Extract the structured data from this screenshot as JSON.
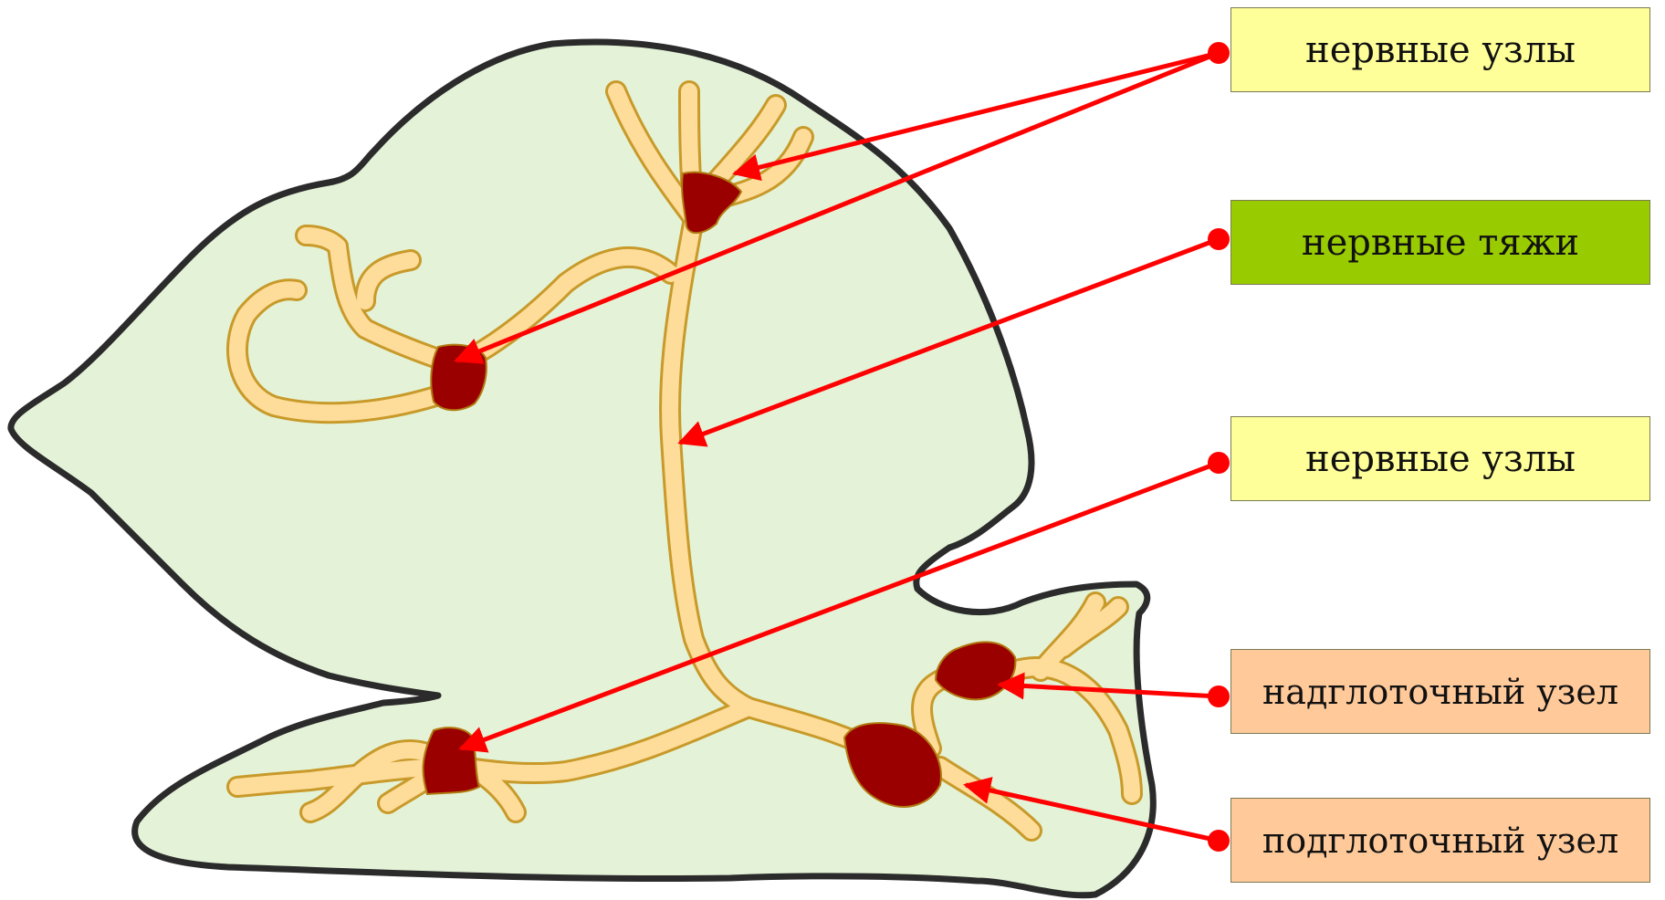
{
  "labels": {
    "nerve_nodes_top": "нервные узлы",
    "nerve_cords": "нервные тяжи",
    "nerve_nodes_bottom": "нервные узлы",
    "supraesophageal": "надглоточный узел",
    "subesophageal": "подглоточный узел"
  },
  "colors": {
    "body_fill": "#e4f3d8",
    "body_outline": "#2b2b2b",
    "nerve_fill": "#fedc9a",
    "nerve_outline": "#c89a2a",
    "ganglion": "#9b0000",
    "arrow": "#ff0000",
    "box_yellow": "#ffff99",
    "box_green": "#99cc00",
    "box_orange": "#ffc99a"
  }
}
